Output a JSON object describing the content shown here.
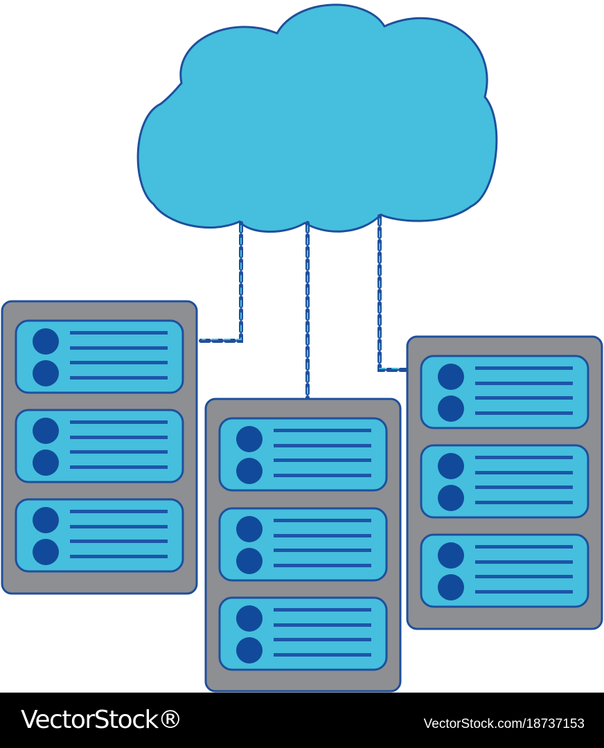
{
  "illustration": {
    "icon": "cloud-server-network-icon",
    "colors": {
      "cloud_fill": "#45bfdd",
      "outline": "#1f4f9c",
      "rack_fill": "#8e8f92",
      "unit_fill": "#45bfdd",
      "dot_fill": "#114a9a",
      "line_fill": "#1d55a8"
    },
    "server_racks": 3,
    "units_per_rack": 3,
    "chain_links": 3
  },
  "footer": {
    "brand": "VectorStock®",
    "image_id": "VectorStock.com/18737153"
  }
}
